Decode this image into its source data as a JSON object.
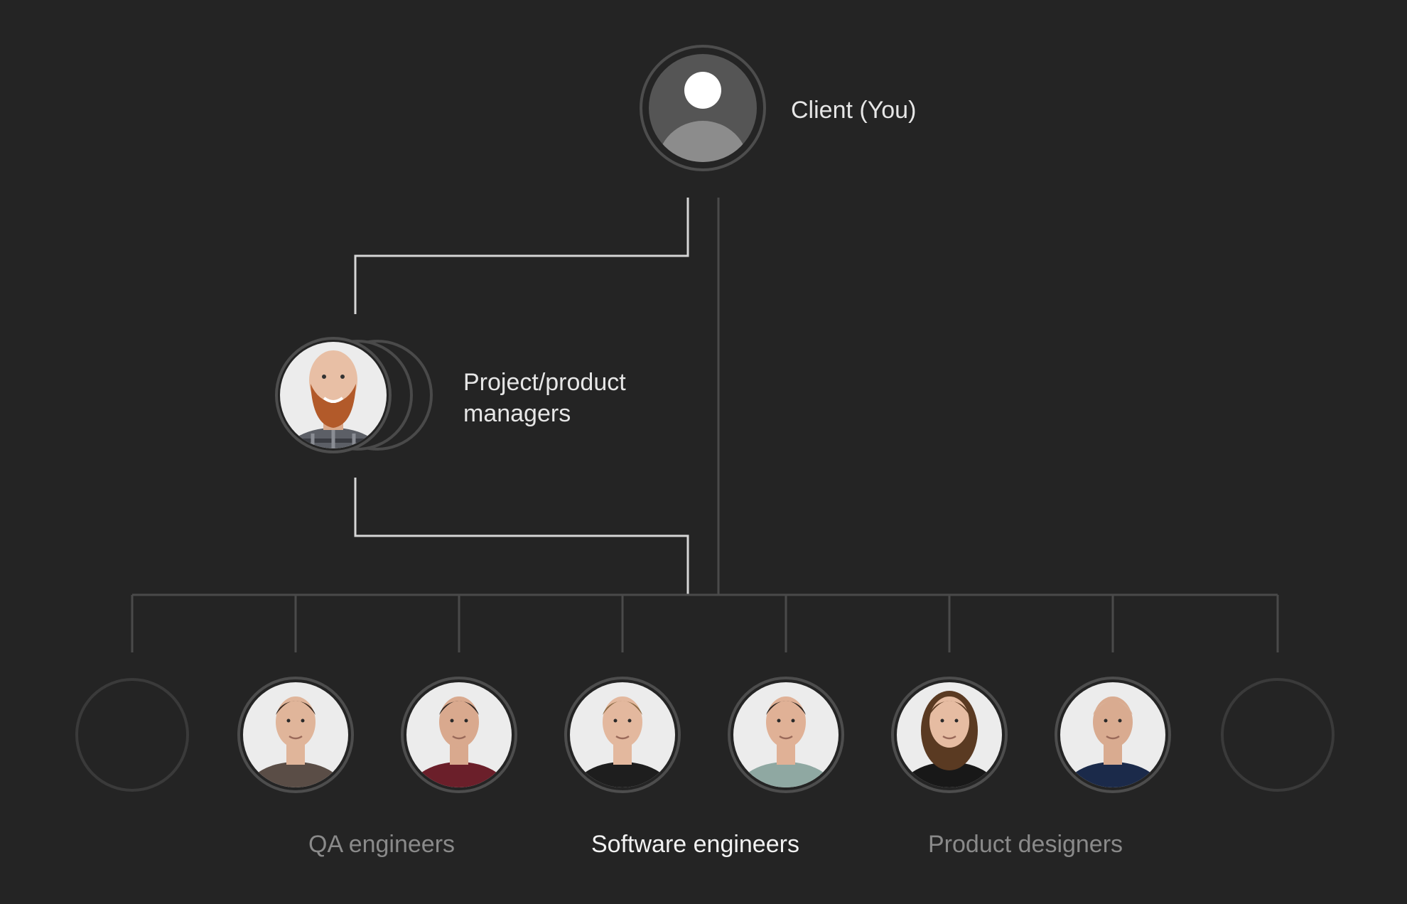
{
  "colors": {
    "background": "#242424",
    "line": "#4a4a4a",
    "highlight_line": "#d6d6d6",
    "ring": "#4d4d4d",
    "label": "#e6e6e6",
    "label_dim": "#8a8a8a",
    "label_bright": "#f2f2f2"
  },
  "client": {
    "label": "Client (You)",
    "icon": "user-silhouette-icon"
  },
  "managers": {
    "label_line1": "Project/product",
    "label_line2": "managers",
    "avatar": "bearded-manager-avatar"
  },
  "team": {
    "members": [
      {
        "name": "empty-slot",
        "filled": false
      },
      {
        "name": "qa-engineer-1",
        "filled": true,
        "shirt": "#5a4d46",
        "hair": "#3a2a20",
        "skin": "#e0b59a"
      },
      {
        "name": "qa-engineer-2",
        "filled": true,
        "shirt": "#6b1f2a",
        "hair": "#2c2420",
        "skin": "#d9a98e"
      },
      {
        "name": "software-engineer-1",
        "filled": true,
        "shirt": "#1e1e1e",
        "hair": "#8a6a44",
        "skin": "#e3b89e"
      },
      {
        "name": "software-engineer-2",
        "filled": true,
        "shirt": "#8fa8a2",
        "hair": "#2a2420",
        "skin": "#e0b196"
      },
      {
        "name": "product-designer-1",
        "filled": true,
        "shirt": "#181818",
        "hair": "#5a3a22",
        "skin": "#e6bca2"
      },
      {
        "name": "product-designer-2",
        "filled": true,
        "shirt": "#1b2a4a",
        "hair": "#d9b096",
        "skin": "#d9ab90"
      },
      {
        "name": "empty-slot",
        "filled": false
      }
    ],
    "groups": [
      {
        "label": "QA engineers",
        "style": "dim"
      },
      {
        "label": "Software engineers",
        "style": "bright"
      },
      {
        "label": "Product designers",
        "style": "dim"
      }
    ]
  }
}
